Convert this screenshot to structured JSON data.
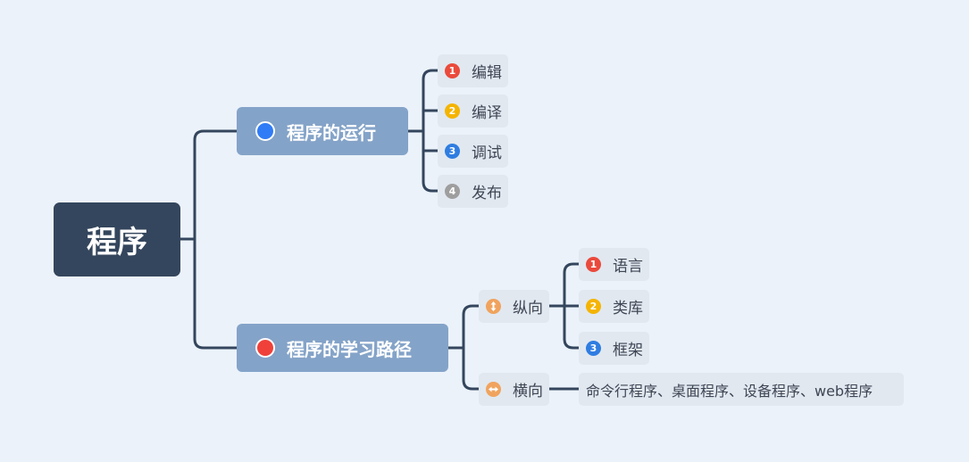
{
  "colors": {
    "background": "#ebf2fa",
    "root": "#34465d",
    "main_topic": "#84a3c8",
    "subtopic": "#e1e8f0",
    "line": "#34465d",
    "priority_1": "#ea4a3c",
    "priority_2": "#f4b400",
    "priority_3": "#2f7de1",
    "priority_4": "#9e9e9e",
    "marker_blue": "#2f7cf6",
    "marker_red": "#f0403a",
    "arrow_orange": "#f0a35e"
  },
  "root": {
    "title": "程序"
  },
  "branches": [
    {
      "title": "程序的运行",
      "marker": "blue-circle-icon",
      "children": [
        {
          "badge": "1",
          "label": "编辑"
        },
        {
          "badge": "2",
          "label": "编译"
        },
        {
          "badge": "3",
          "label": "调试"
        },
        {
          "badge": "4",
          "label": "发布"
        }
      ]
    },
    {
      "title": "程序的学习路径",
      "marker": "red-circle-icon",
      "children": [
        {
          "icon": "vertical-arrows-icon",
          "label": "纵向",
          "children": [
            {
              "badge": "1",
              "label": "语言"
            },
            {
              "badge": "2",
              "label": "类库"
            },
            {
              "badge": "3",
              "label": "框架"
            }
          ]
        },
        {
          "icon": "horizontal-arrows-icon",
          "label": "横向",
          "children": [
            {
              "label": "命令行程序、桌面程序、设备程序、web程序"
            }
          ]
        }
      ]
    }
  ]
}
